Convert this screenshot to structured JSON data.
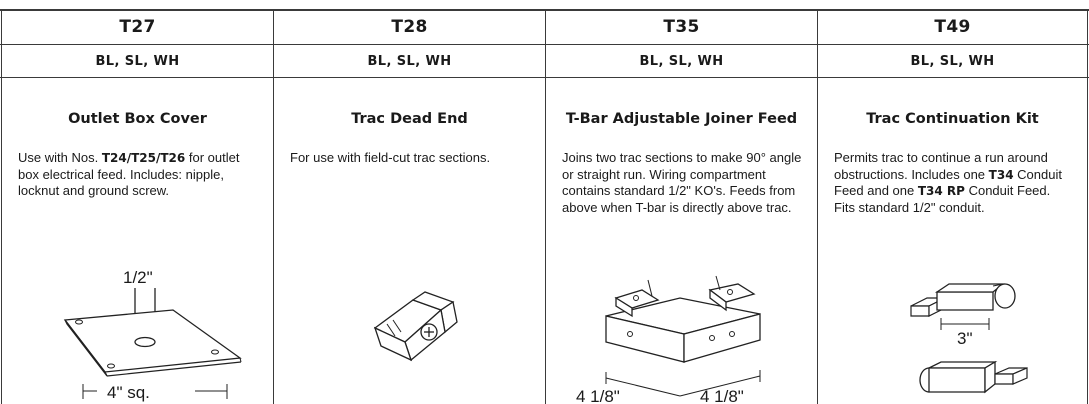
{
  "products": [
    {
      "code": "T27",
      "finishes": "BL, SL, WH",
      "name": "Outlet Box Cover",
      "desc_pre": "Use with Nos. ",
      "desc_bold": "T24/T25/T26",
      "desc_post": " for outlet box electrical feed. Includes: nipple, locknut and ground screw.",
      "figure": "outlet-box-cover-drawing",
      "dim_top": "1/2\"",
      "dim_bottom": "4\" sq."
    },
    {
      "code": "T28",
      "finishes": "BL, SL, WH",
      "name": "Trac Dead End",
      "desc": "For use with field-cut trac sections.",
      "figure": "trac-dead-end-drawing"
    },
    {
      "code": "T35",
      "finishes": "BL, SL, WH",
      "name": "T-Bar Adjustable Joiner Feed",
      "desc": "Joins two trac sections to make 90° angle or straight run. Wiring compartment contains standard 1/2\" KO's. Feeds from above when T-bar is directly above trac.",
      "figure": "joiner-feed-drawing",
      "dim_left": "4 1/8\"",
      "dim_right": "4 1/8\""
    },
    {
      "code": "T49",
      "finishes": "BL, SL, WH",
      "name": "Trac Continuation Kit",
      "desc_pre": "Permits trac to continue a run around obstructions. Includes one ",
      "desc_bold1": "T34",
      "desc_mid": " Conduit Feed and one ",
      "desc_bold2": "T34 RP",
      "desc_post": " Conduit Feed. Fits standard 1/2\" conduit.",
      "figure": "continuation-kit-drawing",
      "dim_mid": "3\""
    }
  ]
}
